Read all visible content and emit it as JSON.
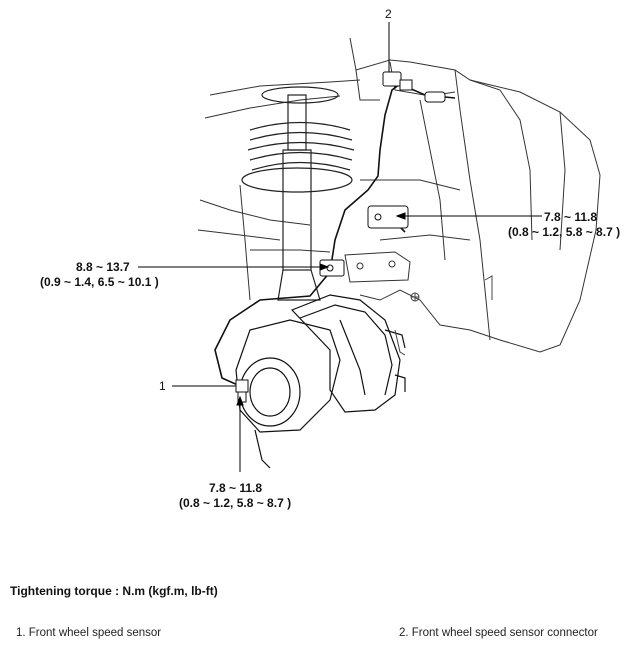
{
  "callouts": {
    "c1": "1",
    "c2": "2"
  },
  "torques": {
    "upper_right": {
      "value": "7.8 ~ 11.8",
      "units": "(0.8 ~ 1.2, 5.8 ~ 8.7 )"
    },
    "middle_left": {
      "value": "8.8 ~ 13.7",
      "units": "(0.9 ~ 1.4, 6.5 ~ 10.1 )"
    },
    "bottom": {
      "value": "7.8 ~ 11.8",
      "units": "(0.8 ~ 1.2, 5.8 ~ 8.7 )"
    }
  },
  "heading": "Tightening torque : N.m (kgf.m, lb-ft)",
  "legend": {
    "item1": "1. Front wheel speed sensor",
    "item2": "2. Front wheel speed sensor connector"
  }
}
